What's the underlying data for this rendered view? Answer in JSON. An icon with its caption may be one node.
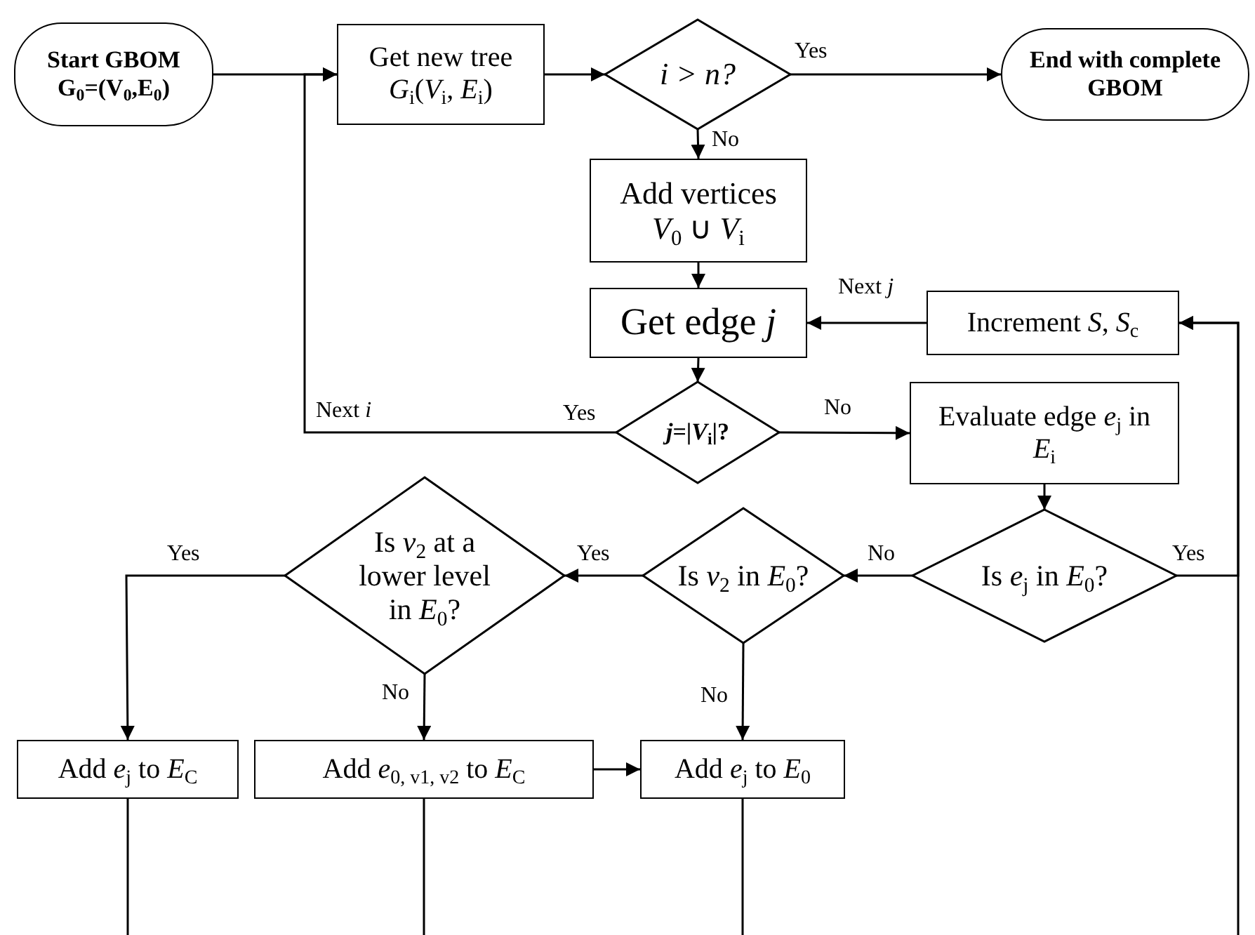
{
  "diagram": {
    "nodes": [
      {
        "text": [
          "Start GBOM G$_{0}$=(V$_{0}$,E$_{0}$)"
        ]
      },
      {
        "text": [
          "Get new tree *G*$_{i}$(*V*$_{i}$, *E*$_{i}$)"
        ]
      },
      {
        "text": [
          "*i* > *n?*"
        ]
      },
      {
        "text": [
          "End with complete GBOM"
        ]
      },
      {
        "text": [
          "Add vertices *V*$_{0}$ ∪ *V*$_{i}$"
        ]
      },
      {
        "text": [
          "Get edge *j*"
        ]
      },
      {
        "text": [
          "Increment *S*, *S*$_{c}$"
        ]
      },
      {
        "text": [
          "*j*=|*V*$_{i}$|?"
        ]
      },
      {
        "text": [
          "Evaluate edge *e*$_{j}$ in *E*$_{i}$"
        ]
      },
      {
        "text": [
          "Is *e*$_{j}$ in *E*$_{0}$?"
        ]
      },
      {
        "text": [
          "Is *v*$_{2}$ in *E*$_{0}$?"
        ]
      },
      {
        "text": [
          "Is *v*$_{2}$ at a lower level in *E*$_{0}$?"
        ]
      },
      {
        "text": [
          "Add *e*$_{j}$ to *E*$_{C}$"
        ]
      },
      {
        "text": [
          "Add *e*$_{0, v1, v2}$ to *E*$_{C}$"
        ]
      },
      {
        "text": [
          "Add *e*$_{j}$ to *E*$_{0}$"
        ]
      }
    ],
    "edges": [
      {
        "from": 0,
        "to": 1,
        "arrow": "to"
      },
      {
        "from": 1,
        "to": 2,
        "arrow": "to"
      },
      {
        "from": 2,
        "to": 3,
        "arrow": "to",
        "label": "Yes"
      },
      {
        "from": 2,
        "to": 4,
        "arrow": "to",
        "label": "No"
      },
      {
        "from": 4,
        "to": 5,
        "arrow": "to"
      },
      {
        "from": 5,
        "to": 7,
        "arrow": "to"
      },
      {
        "from": 7,
        "to": 1,
        "arrow": "to",
        "label": "Yes"
      },
      {
        "from": 7,
        "to": 8,
        "arrow": "to",
        "label": "No"
      },
      {
        "from": 8,
        "to": 9,
        "arrow": "to"
      },
      {
        "from": 9,
        "to": 10,
        "arrow": "to",
        "label": "No"
      },
      {
        "from": 10,
        "to": 11,
        "arrow": "to",
        "label": "Yes"
      },
      {
        "from": 11,
        "to": 12,
        "arrow": "to",
        "label": "Yes"
      },
      {
        "from": 11,
        "to": 13,
        "arrow": "to",
        "label": "No"
      },
      {
        "from": 10,
        "to": 14,
        "arrow": "to",
        "label": "No"
      },
      {
        "from": 13,
        "to": 14,
        "arrow": "to"
      },
      {
        "from": 9,
        "to": 6,
        "arrow": "to",
        "label": "Yes"
      },
      {
        "from": 6,
        "to": 5,
        "arrow": "to",
        "label": "Next *j*"
      },
      {
        "from": 12,
        "to": null,
        "arrow": "none"
      },
      {
        "from": 13,
        "to": null,
        "arrow": "none"
      },
      {
        "from": 14,
        "to": null,
        "arrow": "none"
      },
      {
        "from": null,
        "to": 6,
        "arrow": "to"
      }
    ],
    "labels": [
      "Next *i*"
    ]
  }
}
